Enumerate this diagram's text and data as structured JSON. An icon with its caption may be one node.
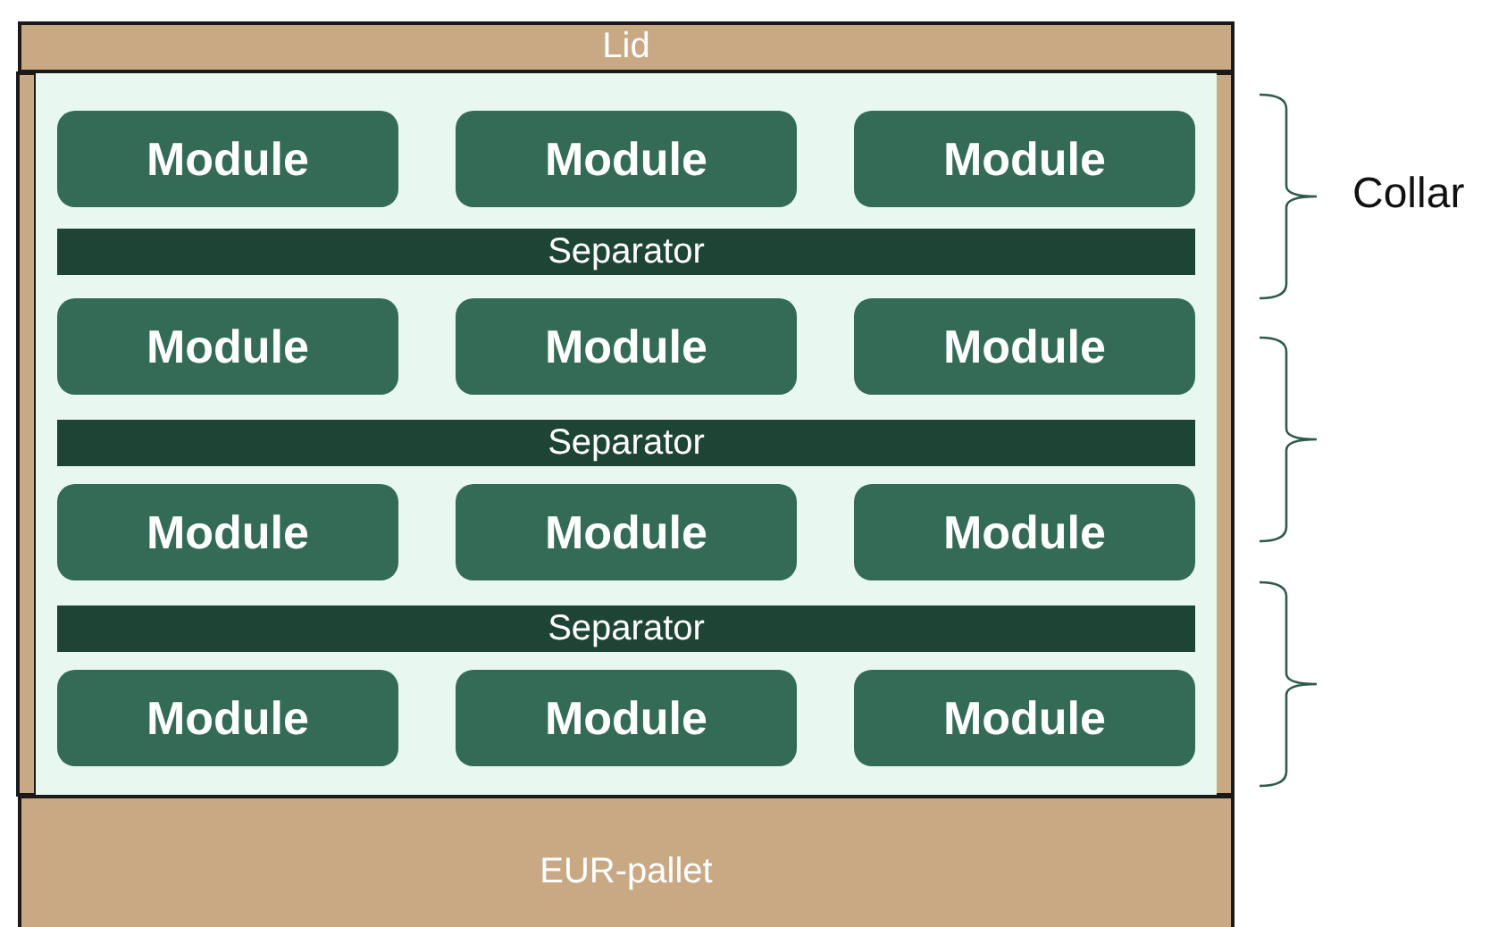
{
  "diagram": {
    "nodes": [
      {
        "text": [
          "Lid"
        ]
      },
      {
        "text": [],
        "shape": "box"
      },
      {
        "text": [
          "Module"
        ],
        "in": 1
      },
      {
        "text": [
          "Module"
        ],
        "in": 1
      },
      {
        "text": [
          "Module"
        ],
        "in": 1
      },
      {
        "text": [
          "Separator"
        ],
        "in": 1
      },
      {
        "text": [
          "Module"
        ],
        "in": 1
      },
      {
        "text": [
          "Module"
        ],
        "in": 1
      },
      {
        "text": [
          "Module"
        ],
        "in": 1
      },
      {
        "text": [
          "Separator"
        ],
        "in": 1
      },
      {
        "text": [
          "Module"
        ],
        "in": 1
      },
      {
        "text": [
          "Module"
        ],
        "in": 1
      },
      {
        "text": [
          "Module"
        ],
        "in": 1
      },
      {
        "text": [
          "Separator"
        ],
        "in": 1
      },
      {
        "text": [
          "Module"
        ],
        "in": 1
      },
      {
        "text": [
          "Module"
        ],
        "in": 1
      },
      {
        "text": [
          "Module"
        ],
        "in": 1
      },
      {
        "text": [
          "EUR-pallet"
        ]
      }
    ],
    "labels": [
      "Collar"
    ]
  }
}
